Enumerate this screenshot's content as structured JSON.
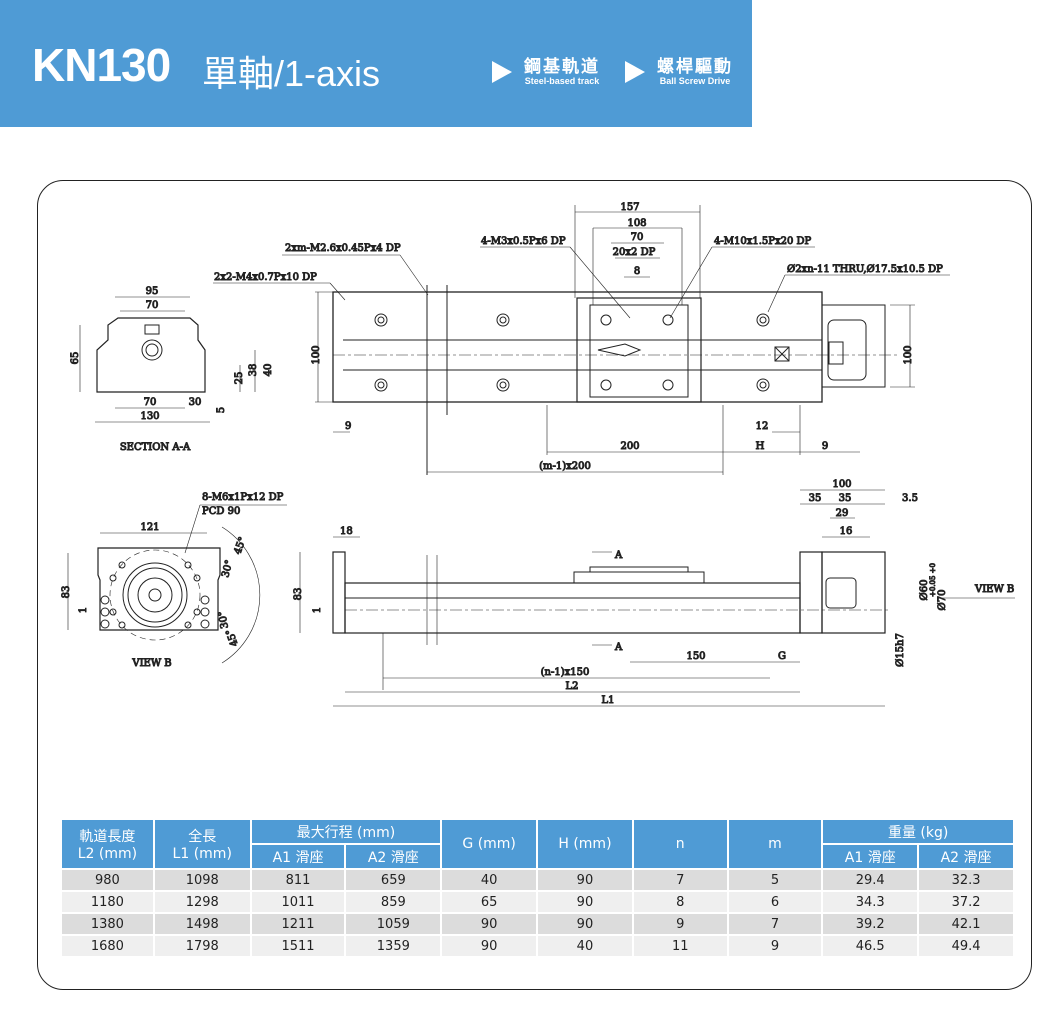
{
  "header": {
    "model": "KN130",
    "subtitle": "單軸/1-axis",
    "features": [
      {
        "zh": "鋼基軌道",
        "en": "Steel-based track"
      },
      {
        "zh": "螺桿驅動",
        "en": "Ball Screw Drive"
      }
    ],
    "color": "#4f9bd5"
  },
  "drawing": {
    "top": {
      "d157": "157",
      "d108": "108",
      "d70": "70",
      "d20x2": "20x2 DP",
      "d8": "8",
      "n_m26": "2xm-M2.6x0.45Px4 DP",
      "n_m4": "2x2-M4x0.7Px10 DP",
      "n_m3": "4-M3x0.5Px6 DP",
      "n_m10": "4-M10x1.5Px20 DP",
      "n_thru": "Ø2xn-11 THRU,Ø17.5x10.5 DP",
      "d100l": "100",
      "d100r": "100",
      "d9a": "9",
      "d200": "200",
      "dm200": "(m-1)x200",
      "d12": "12",
      "dH": "H",
      "d9b": "9"
    },
    "section": {
      "d95": "95",
      "d70": "70",
      "d65": "65",
      "d25": "25",
      "d38": "38",
      "d40": "40",
      "d70b": "70",
      "d30": "30",
      "d130": "130",
      "d5": "5",
      "title": "SECTION A-A"
    },
    "viewb": {
      "d121": "121",
      "d83": "83",
      "d1": "1",
      "n_m6": "8-M6x1Px12 DP",
      "pcd": "PCD 90",
      "a45a": "45°",
      "a30a": "30°",
      "a30b": "30°",
      "a45b": "45°",
      "title": "VIEW B"
    },
    "side": {
      "d18": "18",
      "d83": "83",
      "d1": "1",
      "A1": "A",
      "A2": "A",
      "d150": "150",
      "dG": "G",
      "dn150": "(n-1)x150",
      "L2": "L2",
      "L1": "L1",
      "d100": "100",
      "d35a": "35",
      "d35b": "35",
      "d3_5": "3.5",
      "d29": "29",
      "d16": "16",
      "d60": "Ø60",
      "d70": "Ø70",
      "tol": "+0.05 +0",
      "d15": "Ø15h7",
      "viewb": "VIEW B"
    }
  },
  "table": {
    "headers": {
      "l2": "軌道長度",
      "l2u": "L2 (mm)",
      "l1": "全長",
      "l1u": "L1 (mm)",
      "stroke": "最大行程 (mm)",
      "a1": "A1 滑座",
      "a2": "A2 滑座",
      "g": "G (mm)",
      "h": "H (mm)",
      "n": "n",
      "m": "m",
      "weight": "重量 (kg)",
      "wa1": "A1 滑座",
      "wa2": "A2 滑座"
    },
    "rows": [
      [
        "980",
        "1098",
        "811",
        "659",
        "40",
        "90",
        "7",
        "5",
        "29.4",
        "32.3"
      ],
      [
        "1180",
        "1298",
        "1011",
        "859",
        "65",
        "90",
        "8",
        "6",
        "34.3",
        "37.2"
      ],
      [
        "1380",
        "1498",
        "1211",
        "1059",
        "90",
        "90",
        "9",
        "7",
        "39.2",
        "42.1"
      ],
      [
        "1680",
        "1798",
        "1511",
        "1359",
        "90",
        "40",
        "11",
        "9",
        "46.5",
        "49.4"
      ]
    ]
  }
}
